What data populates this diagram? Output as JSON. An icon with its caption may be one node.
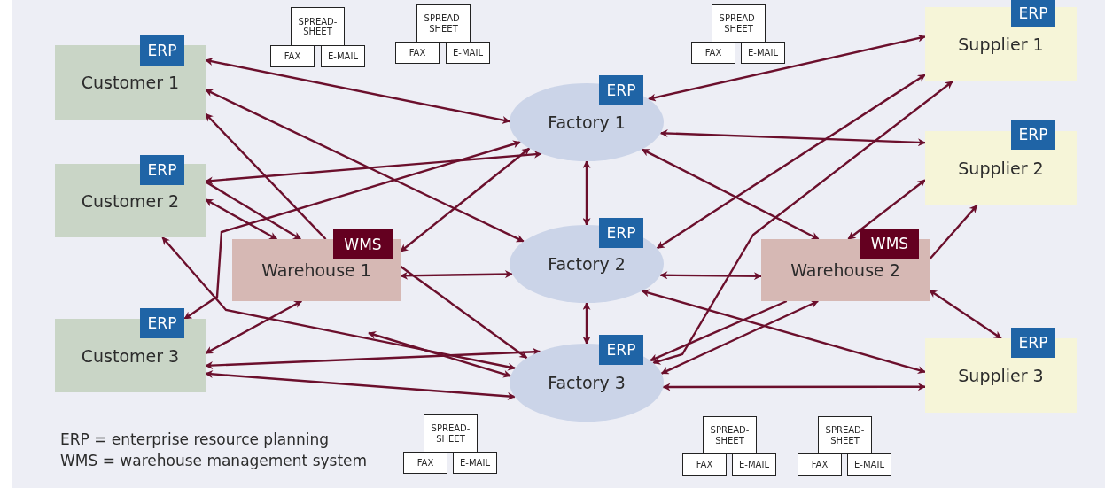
{
  "diagram": {
    "nodes": [
      {
        "text": [
          "Customer 1"
        ]
      },
      {
        "text": [
          "ERP"
        ]
      },
      {
        "text": [
          "Customer 2"
        ]
      },
      {
        "text": [
          "ERP"
        ]
      },
      {
        "text": [
          "Customer 3"
        ]
      },
      {
        "text": [
          "ERP"
        ]
      },
      {
        "text": [
          "Warehouse 1"
        ]
      },
      {
        "text": [
          "WMS"
        ]
      },
      {
        "text": [
          "Factory 1"
        ]
      },
      {
        "text": [
          "ERP"
        ]
      },
      {
        "text": [
          "Factory 2"
        ]
      },
      {
        "text": [
          "ERP"
        ]
      },
      {
        "text": [
          "Factory 3"
        ]
      },
      {
        "text": [
          "ERP"
        ]
      },
      {
        "text": [
          "Warehouse 2"
        ]
      },
      {
        "text": [
          "WMS"
        ]
      },
      {
        "text": [
          "Supplier 1"
        ]
      },
      {
        "text": [
          "ERP"
        ]
      },
      {
        "text": [
          "Supplier 2"
        ]
      },
      {
        "text": [
          "ERP"
        ]
      },
      {
        "text": [
          "Supplier 3"
        ]
      },
      {
        "text": [
          "ERP"
        ]
      },
      {
        "text": [
          "SPREAD-SHEET"
        ]
      },
      {
        "text": [
          "FAX"
        ]
      },
      {
        "text": [
          "E-MAIL"
        ]
      },
      {
        "text": [
          "SPREAD-SHEET"
        ]
      },
      {
        "text": [
          "FAX"
        ]
      },
      {
        "text": [
          "E-MAIL"
        ]
      },
      {
        "text": [
          "SPREAD-SHEET"
        ]
      },
      {
        "text": [
          "FAX"
        ]
      },
      {
        "text": [
          "E-MAIL"
        ]
      },
      {
        "text": [
          "SPREAD-SHEET"
        ]
      },
      {
        "text": [
          "FAX"
        ]
      },
      {
        "text": [
          "E-MAIL"
        ]
      },
      {
        "text": [
          "SPREAD-SHEET"
        ]
      },
      {
        "text": [
          "FAX"
        ]
      },
      {
        "text": [
          "E-MAIL"
        ]
      },
      {
        "text": [
          "SPREAD-SHEET"
        ]
      },
      {
        "text": [
          "FAX"
        ]
      },
      {
        "text": [
          "E-MAIL"
        ]
      }
    ],
    "edges": [
      {
        "from": 0,
        "to": 8,
        "arrow": "both"
      },
      {
        "from": 0,
        "to": 10,
        "arrow": "both"
      },
      {
        "from": 6,
        "to": 0,
        "arrow": "to"
      },
      {
        "from": 2,
        "to": 6,
        "arrow": "both"
      },
      {
        "from": 2,
        "to": 8,
        "arrow": "both"
      },
      {
        "from": 2,
        "to": 6,
        "arrow": "both"
      },
      {
        "from": 4,
        "to": 8,
        "arrow": "both"
      },
      {
        "from": 6,
        "to": 8,
        "arrow": "both"
      },
      {
        "from": 2,
        "to": 12,
        "arrow": "both"
      },
      {
        "from": 6,
        "to": 12,
        "arrow": "to"
      },
      {
        "from": 6,
        "to": 10,
        "arrow": "both"
      },
      {
        "from": 4,
        "to": 6,
        "arrow": "both"
      },
      {
        "from": 4,
        "to": 12,
        "arrow": "both"
      },
      {
        "from": 4,
        "to": 12,
        "arrow": "both"
      },
      {
        "from": null,
        "to": 12,
        "arrow": "both"
      },
      {
        "from": 8,
        "to": 16,
        "arrow": "both"
      },
      {
        "from": 8,
        "to": 18,
        "arrow": "both"
      },
      {
        "from": 8,
        "to": 14,
        "arrow": "both"
      },
      {
        "from": 10,
        "to": 16,
        "arrow": "both"
      },
      {
        "from": 12,
        "to": 16,
        "arrow": "both"
      },
      {
        "from": 14,
        "to": 18,
        "arrow": "both"
      },
      {
        "from": 14,
        "to": 18,
        "arrow": "to"
      },
      {
        "from": 10,
        "to": 14,
        "arrow": "both"
      },
      {
        "from": 10,
        "to": 20,
        "arrow": "both"
      },
      {
        "from": 14,
        "to": 12,
        "arrow": "to"
      },
      {
        "from": 12,
        "to": 14,
        "arrow": "both"
      },
      {
        "from": 12,
        "to": 20,
        "arrow": "both"
      },
      {
        "from": 14,
        "to": 20,
        "arrow": "both"
      },
      {
        "from": 8,
        "to": 10,
        "arrow": "both"
      },
      {
        "from": 10,
        "to": 12,
        "arrow": "both"
      }
    ],
    "labels": [
      "ERP = enterprise resource planning",
      "WMS = warehouse management system"
    ]
  }
}
